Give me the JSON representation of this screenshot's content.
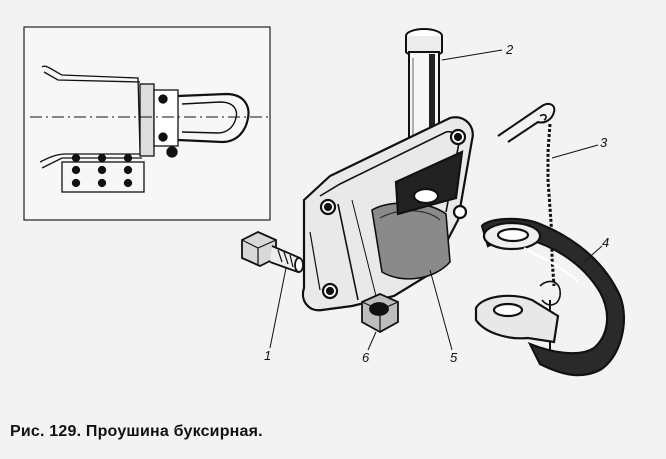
{
  "figure": {
    "caption": "Рис. 129. Проушина буксирная.",
    "callouts": [
      {
        "id": "1",
        "text": "1"
      },
      {
        "id": "2",
        "text": "2"
      },
      {
        "id": "3",
        "text": "3"
      },
      {
        "id": "4",
        "text": "4"
      },
      {
        "id": "5",
        "text": "5"
      },
      {
        "id": "6",
        "text": "6"
      }
    ],
    "colors": {
      "ink": "#111111",
      "paper": "#f3f3f3"
    }
  }
}
